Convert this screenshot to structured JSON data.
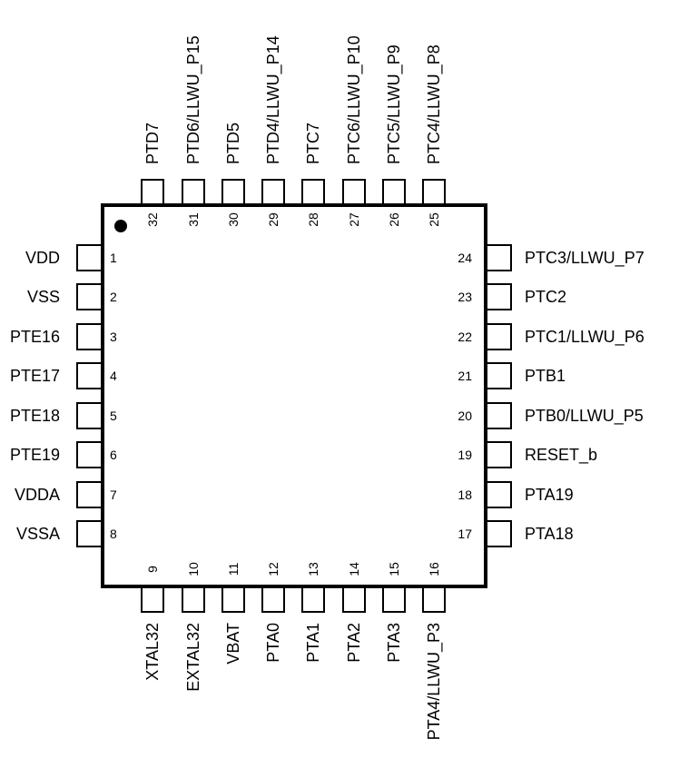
{
  "package": {
    "left_pins": [
      {
        "num": "1",
        "name": "VDD"
      },
      {
        "num": "2",
        "name": "VSS"
      },
      {
        "num": "3",
        "name": "PTE16"
      },
      {
        "num": "4",
        "name": "PTE17"
      },
      {
        "num": "5",
        "name": "PTE18"
      },
      {
        "num": "6",
        "name": "PTE19"
      },
      {
        "num": "7",
        "name": "VDDA"
      },
      {
        "num": "8",
        "name": "VSSA"
      }
    ],
    "bottom_pins": [
      {
        "num": "9",
        "name": "XTAL32"
      },
      {
        "num": "10",
        "name": "EXTAL32"
      },
      {
        "num": "11",
        "name": "VBAT"
      },
      {
        "num": "12",
        "name": "PTA0"
      },
      {
        "num": "13",
        "name": "PTA1"
      },
      {
        "num": "14",
        "name": "PTA2"
      },
      {
        "num": "15",
        "name": "PTA3"
      },
      {
        "num": "16",
        "name": "PTA4/LLWU_P3"
      }
    ],
    "right_pins": [
      {
        "num": "17",
        "name": "PTA18"
      },
      {
        "num": "18",
        "name": "PTA19"
      },
      {
        "num": "19",
        "name": "RESET_b"
      },
      {
        "num": "20",
        "name": "PTB0/LLWU_P5"
      },
      {
        "num": "21",
        "name": "PTB1"
      },
      {
        "num": "22",
        "name": "PTC1/LLWU_P6"
      },
      {
        "num": "23",
        "name": "PTC2"
      },
      {
        "num": "24",
        "name": "PTC3/LLWU_P7"
      }
    ],
    "top_pins": [
      {
        "num": "25",
        "name": "PTC4/LLWU_P8"
      },
      {
        "num": "26",
        "name": "PTC5/LLWU_P9"
      },
      {
        "num": "27",
        "name": "PTC6/LLWU_P10"
      },
      {
        "num": "28",
        "name": "PTC7"
      },
      {
        "num": "29",
        "name": "PTD4/LLWU_P14"
      },
      {
        "num": "30",
        "name": "PTD5"
      },
      {
        "num": "31",
        "name": "PTD6/LLWU_P15"
      },
      {
        "num": "32",
        "name": "PTD7"
      }
    ]
  },
  "colors": {
    "stroke": "#000000",
    "fill": "#ffffff"
  }
}
